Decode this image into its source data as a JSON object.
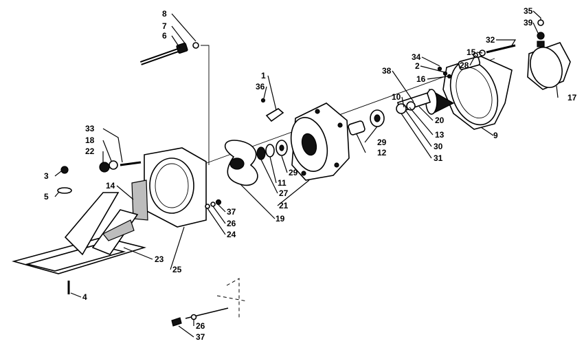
{
  "callouts": [
    {
      "id": "c35",
      "text": "35"
    },
    {
      "id": "c39",
      "text": "39"
    },
    {
      "id": "c32",
      "text": "32"
    },
    {
      "id": "c15",
      "text": "15"
    },
    {
      "id": "c28",
      "text": "28"
    },
    {
      "id": "c34",
      "text": "34"
    },
    {
      "id": "c2",
      "text": "2"
    },
    {
      "id": "c16",
      "text": "16"
    },
    {
      "id": "c38",
      "text": "38"
    },
    {
      "id": "c8",
      "text": "8"
    },
    {
      "id": "c7",
      "text": "7"
    },
    {
      "id": "c6",
      "text": "6"
    },
    {
      "id": "c1",
      "text": "1"
    },
    {
      "id": "c36",
      "text": "36"
    },
    {
      "id": "c10",
      "text": "10"
    },
    {
      "id": "c17",
      "text": "17"
    },
    {
      "id": "c20",
      "text": "20"
    },
    {
      "id": "c13",
      "text": "13"
    },
    {
      "id": "c9",
      "text": "9"
    },
    {
      "id": "c30",
      "text": "30"
    },
    {
      "id": "c31",
      "text": "31"
    },
    {
      "id": "c29a",
      "text": "29"
    },
    {
      "id": "c12",
      "text": "12"
    },
    {
      "id": "c33",
      "text": "33"
    },
    {
      "id": "c18",
      "text": "18"
    },
    {
      "id": "c22",
      "text": "22"
    },
    {
      "id": "c29b",
      "text": "29"
    },
    {
      "id": "c11",
      "text": "11"
    },
    {
      "id": "c27",
      "text": "27"
    },
    {
      "id": "c21",
      "text": "21"
    },
    {
      "id": "c3",
      "text": "3"
    },
    {
      "id": "c14",
      "text": "14"
    },
    {
      "id": "c5",
      "text": "5"
    },
    {
      "id": "c37a",
      "text": "37"
    },
    {
      "id": "c26a",
      "text": "26"
    },
    {
      "id": "c24",
      "text": "24"
    },
    {
      "id": "c19",
      "text": "19"
    },
    {
      "id": "c23",
      "text": "23"
    },
    {
      "id": "c25",
      "text": "25"
    },
    {
      "id": "c4",
      "text": "4"
    },
    {
      "id": "c26b",
      "text": "26"
    },
    {
      "id": "c37b",
      "text": "37"
    }
  ]
}
